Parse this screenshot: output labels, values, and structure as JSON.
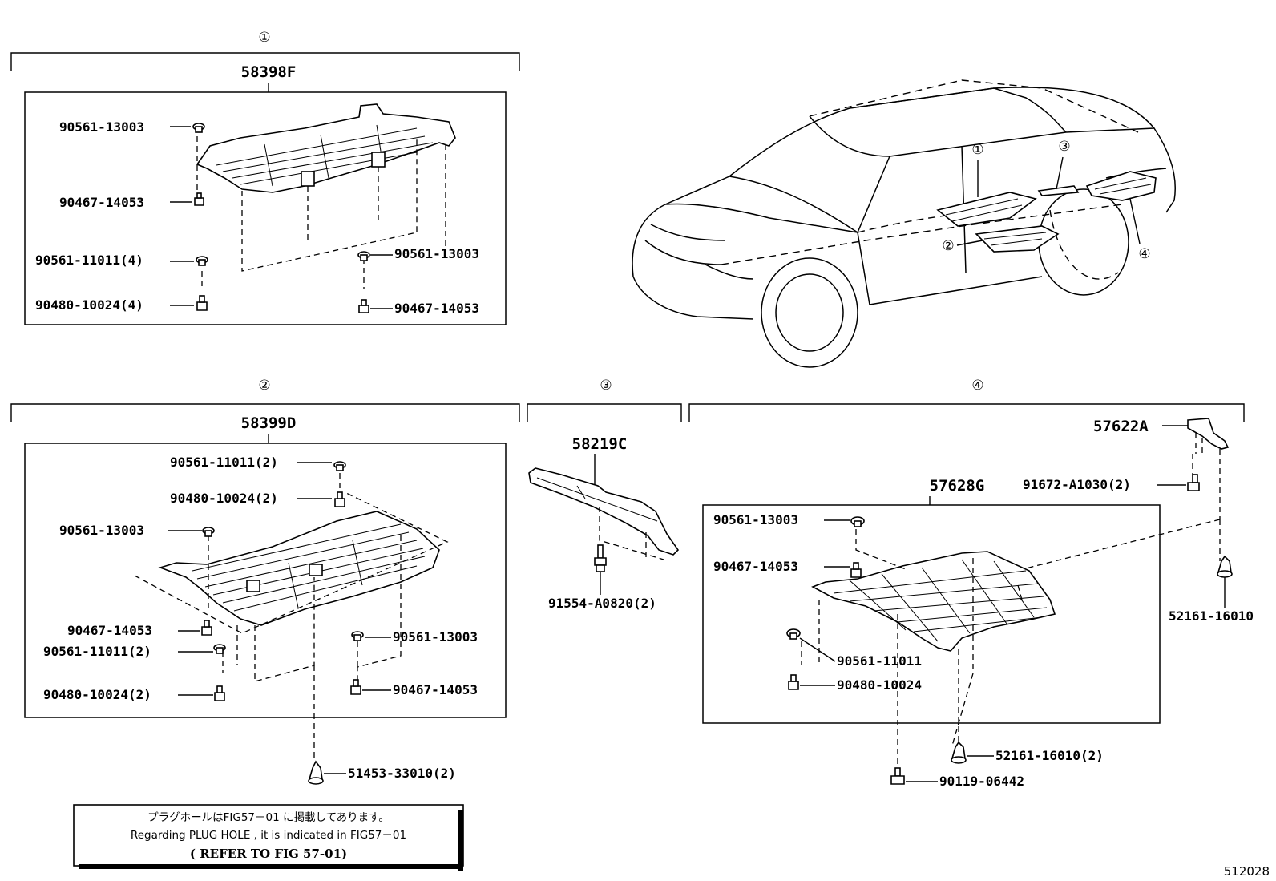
{
  "groups": {
    "g1": {
      "num": "①",
      "assembly": "58398F"
    },
    "g2": {
      "num": "②",
      "assembly": "58399D"
    },
    "g3": {
      "num": "③",
      "assembly": "58219C"
    },
    "g4": {
      "num": "④",
      "assembly": "57628G",
      "bracket": "57622A"
    }
  },
  "parts": {
    "g1": [
      "90561-13003",
      "90467-14053",
      "90561-11011(4)",
      "90480-10024(4)",
      "90561-13003",
      "90467-14053"
    ],
    "g2": [
      "90561-11011(2)",
      "90480-10024(2)",
      "90561-13003",
      "90467-14053",
      "90561-11011(2)",
      "90480-10024(2)",
      "90561-13003",
      "90467-14053",
      "51453-33010(2)"
    ],
    "g3": [
      "91554-A0820(2)"
    ],
    "g4": [
      "91672-A1030(2)",
      "90561-13003",
      "90467-14053",
      "90561-11011",
      "90480-10024",
      "52161-16010",
      "52161-16010(2)",
      "90119-06442"
    ]
  },
  "car_callouts": [
    "①",
    "②",
    "③",
    "④"
  ],
  "note": {
    "jp": "プラグホールはFIG57－01 に掲載してあります。",
    "en": "Regarding PLUG HOLE , it is indicated in FIG57－01",
    "ref": "( REFER TO FIG 57-01)"
  },
  "diagram_id": "512028"
}
